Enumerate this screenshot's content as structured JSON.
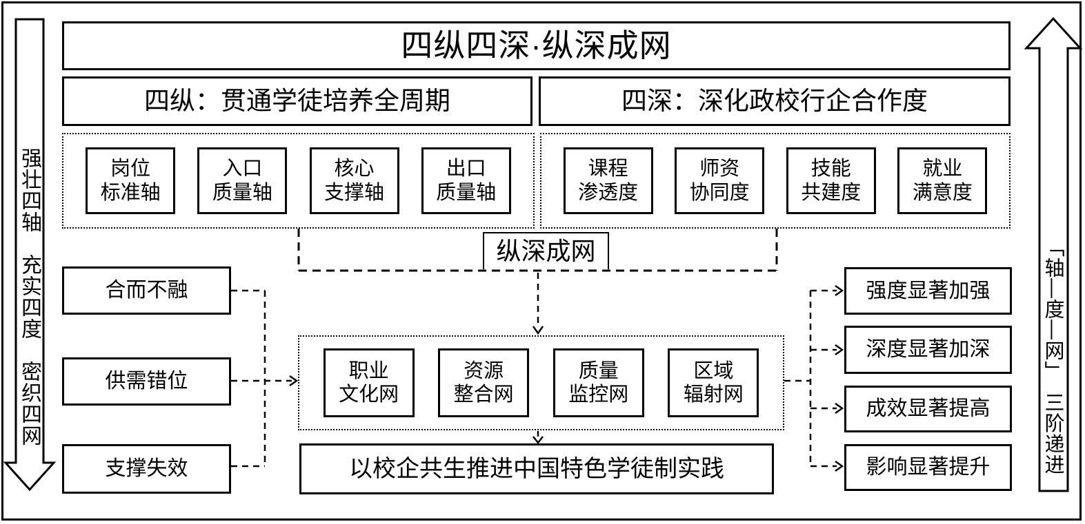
{
  "diagram": {
    "title": "四纵四深·纵深成网",
    "side_arrows": {
      "left_text": "强壮四轴　充实四度　密织四网",
      "right_text": "「轴—度—网」　三阶递进"
    },
    "four_verticals": {
      "header": "四纵：贯通学徒培养全周期",
      "axes": [
        {
          "label": "岗位\n标准轴"
        },
        {
          "label": "入口\n质量轴"
        },
        {
          "label": "核心\n支撑轴"
        },
        {
          "label": "出口\n质量轴"
        }
      ]
    },
    "four_depths": {
      "header": "四深：深化政校行企合作度",
      "degrees": [
        {
          "label": "课程\n渗透度"
        },
        {
          "label": "师资\n协同度"
        },
        {
          "label": "技能\n共建度"
        },
        {
          "label": "就业\n满意度"
        }
      ]
    },
    "network_node": "纵深成网",
    "problems": [
      {
        "label": "合而不融"
      },
      {
        "label": "供需错位"
      },
      {
        "label": "支撑失效"
      }
    ],
    "networks": [
      {
        "label": "职业\n文化网"
      },
      {
        "label": "资源\n整合网"
      },
      {
        "label": "质量\n监控网"
      },
      {
        "label": "区域\n辐射网"
      }
    ],
    "practice_statement": "以校企共生推进中国特色学徒制实践",
    "outcomes": [
      {
        "label": "强度显著加强"
      },
      {
        "label": "深度显著加深"
      },
      {
        "label": "成效显著提高"
      },
      {
        "label": "影响显著提升"
      }
    ],
    "colors": {
      "ink": "#000000",
      "background": "#ffffff"
    }
  }
}
